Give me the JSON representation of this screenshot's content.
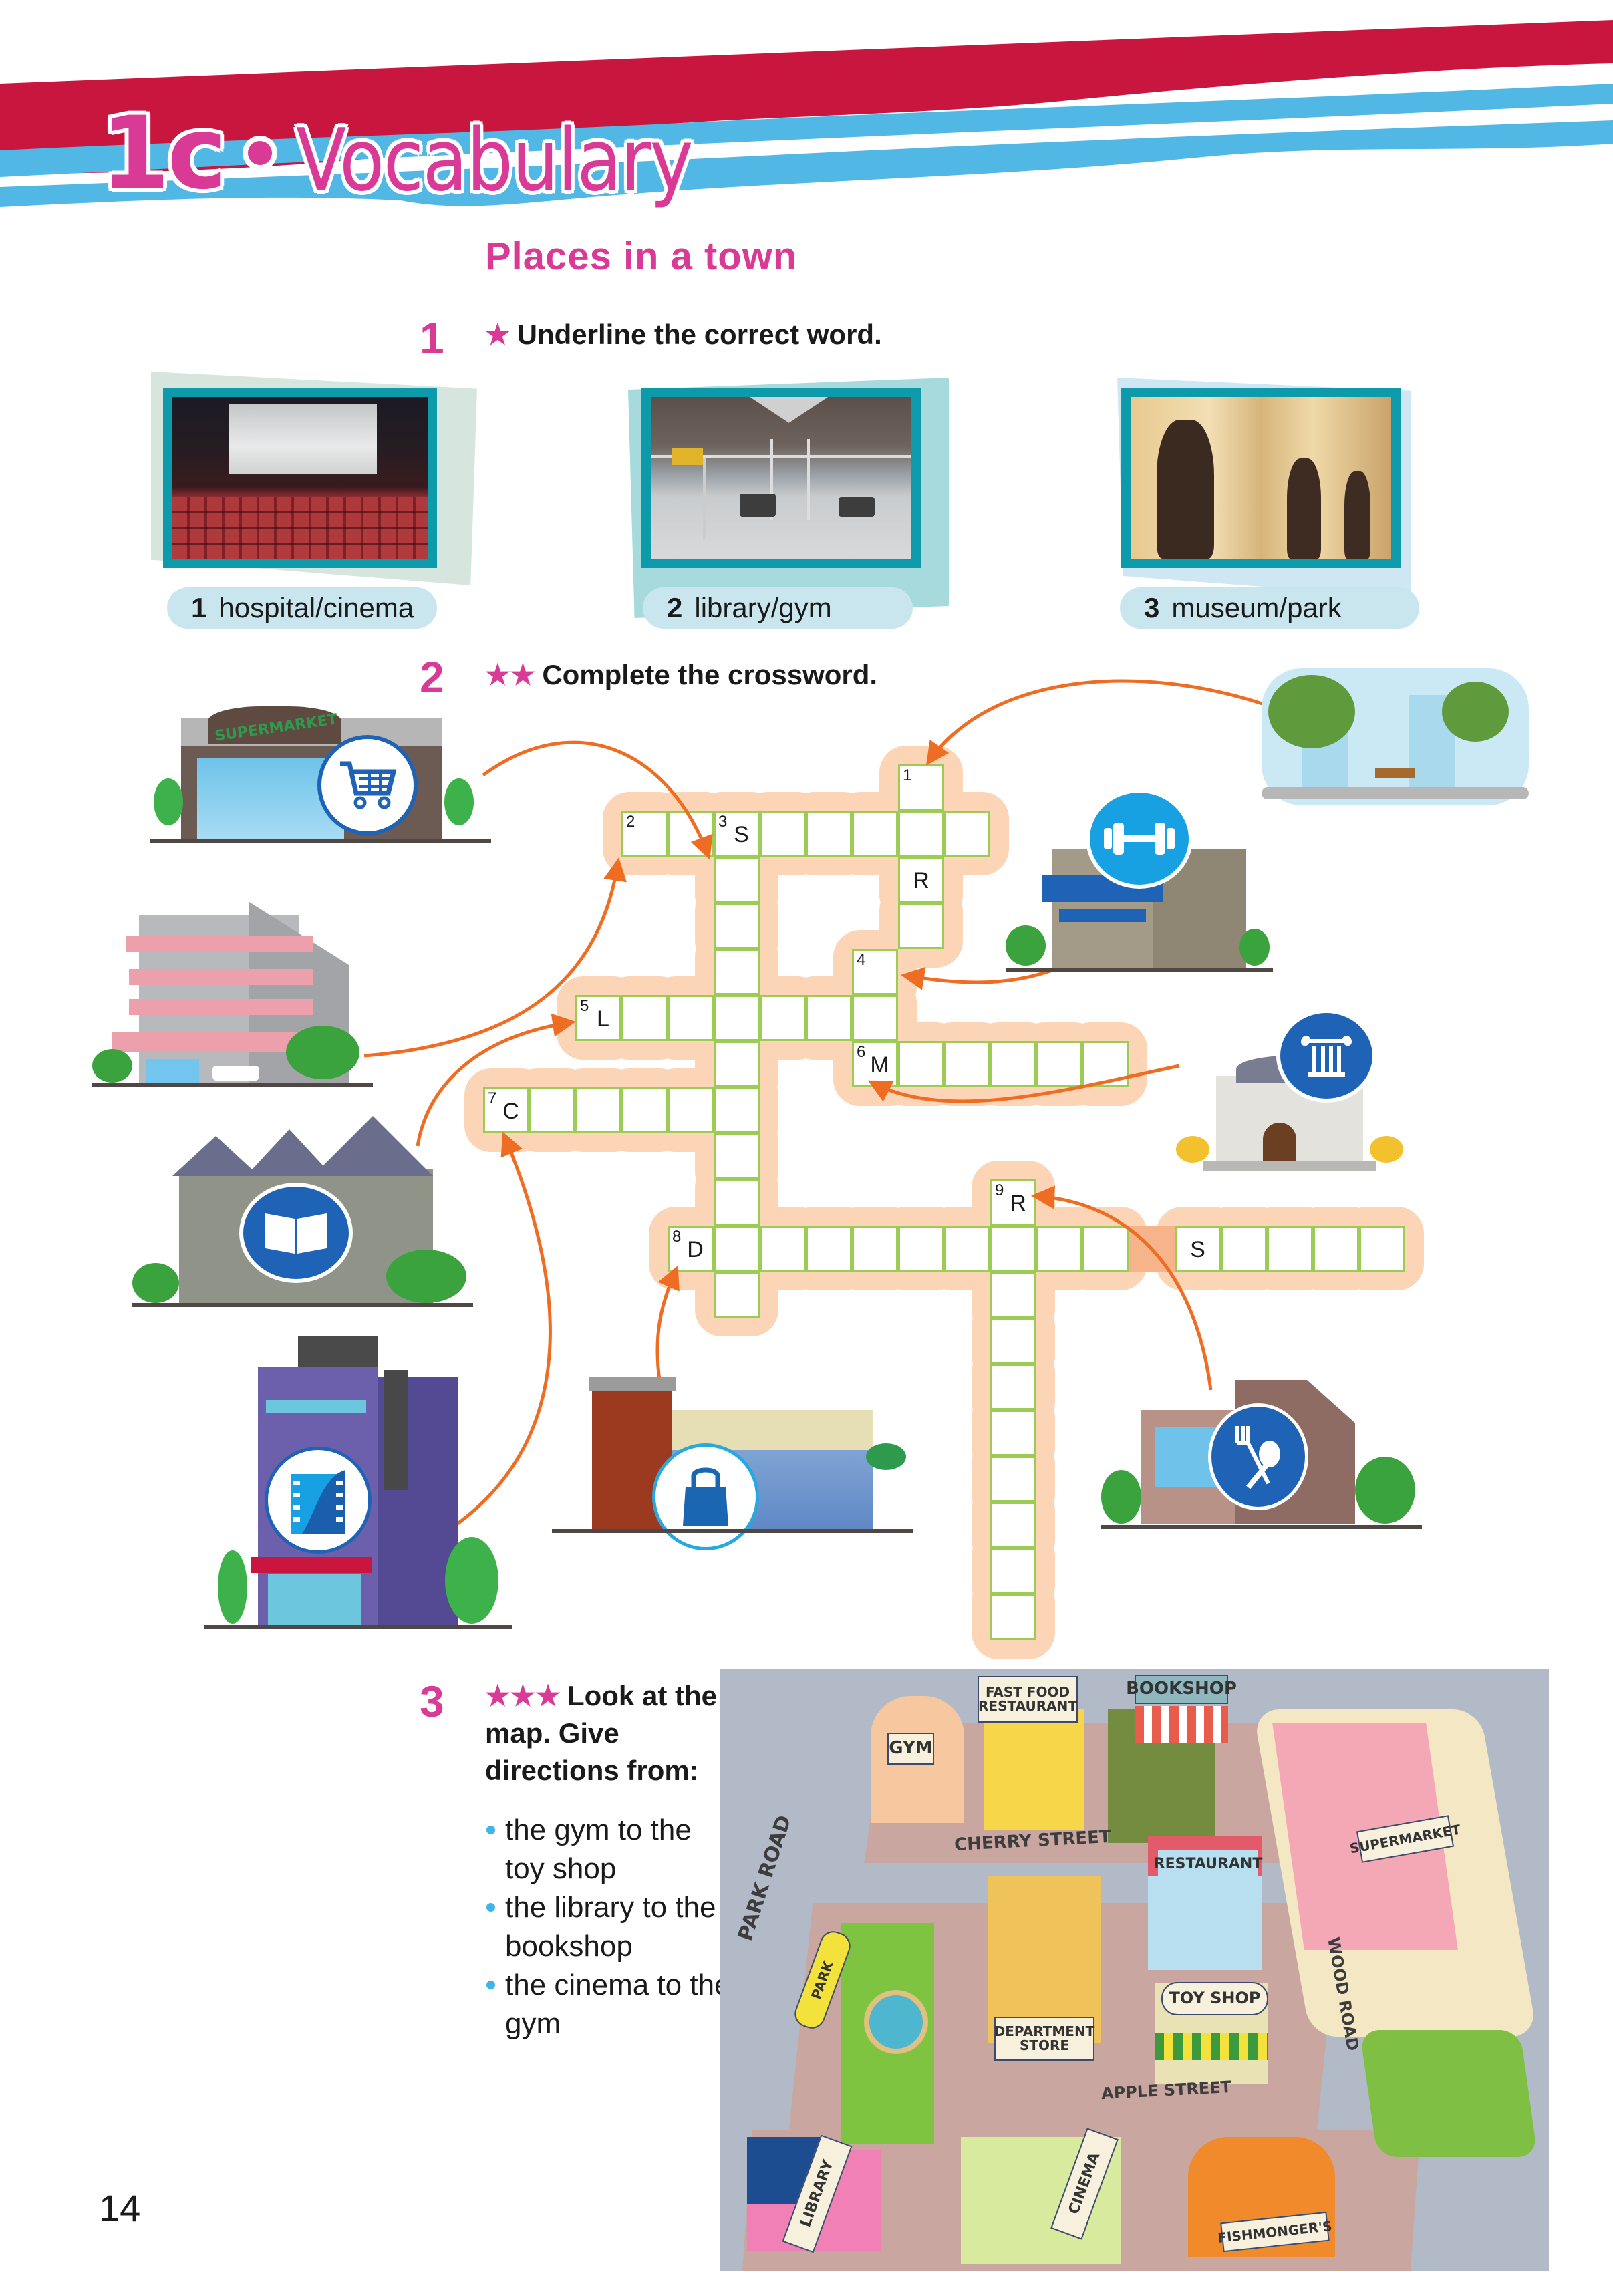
{
  "header": {
    "unit": "1c",
    "section": "Vocabulary",
    "colors": {
      "red_band": "#c8163f",
      "blue_band": "#51b7e4",
      "pink": "#d93a95"
    }
  },
  "topic": "Places in a town",
  "exercise1": {
    "number": "1",
    "stars": "★",
    "instruction": "Underline the correct word.",
    "items": [
      {
        "num": "1",
        "text": "hospital/cinema",
        "photo": "cinema-auditorium"
      },
      {
        "num": "2",
        "text": "library/gym",
        "photo": "gym-equipment"
      },
      {
        "num": "3",
        "text": "museum/park",
        "photo": "museum-busts"
      }
    ]
  },
  "exercise2": {
    "number": "2",
    "stars": "★★",
    "instruction": "Complete the crossword.",
    "pictures": [
      {
        "name": "supermarket",
        "sign_text": "SUPERMARKET",
        "icon": "shopping-cart-icon"
      },
      {
        "name": "hospital",
        "icon": "ambulance"
      },
      {
        "name": "library",
        "icon": "open-book-icon"
      },
      {
        "name": "cinema",
        "icon": "film-strip-icon"
      },
      {
        "name": "department-store",
        "icon": "shopping-bag-icon"
      },
      {
        "name": "park",
        "icon": "park-scene"
      },
      {
        "name": "gym",
        "icon": "dumbbell-icon"
      },
      {
        "name": "museum",
        "icon": "column-icon"
      },
      {
        "name": "restaurant",
        "icon": "fork-spoon-icon"
      }
    ],
    "entries": [
      {
        "num": "1",
        "dir": "down",
        "length": 4,
        "given": {
          "2": "R"
        }
      },
      {
        "num": "2",
        "dir": "across",
        "length": 8,
        "given": {}
      },
      {
        "num": "3",
        "dir": "down",
        "length": 11,
        "given": {
          "0": "S"
        }
      },
      {
        "num": "4",
        "dir": "down",
        "length": 3,
        "given": {}
      },
      {
        "num": "5",
        "dir": "across",
        "length": 7,
        "given": {
          "0": "L"
        }
      },
      {
        "num": "6",
        "dir": "across",
        "length": 6,
        "given": {
          "0": "M"
        }
      },
      {
        "num": "7",
        "dir": "across",
        "length": 6,
        "given": {
          "0": "C"
        }
      },
      {
        "num": "8",
        "dir": "across",
        "length": 16,
        "given": {
          "0": "D",
          "11": "S"
        },
        "blank_index": 10
      },
      {
        "num": "9",
        "dir": "down",
        "length": 10,
        "given": {
          "0": "R"
        }
      }
    ]
  },
  "exercise3": {
    "number": "3",
    "stars": "★★★",
    "instruction": "Look at the map. Give directions from:",
    "bullets": [
      "the gym to the toy shop",
      "the library to the bookshop",
      "the cinema to the gym"
    ],
    "map": {
      "streets": [
        "PARK ROAD",
        "CHERRY STREET",
        "WOOD ROAD",
        "APPLE STREET"
      ],
      "places": [
        "GYM",
        "FAST FOOD RESTAURANT",
        "BOOKSHOP",
        "SUPERMARKET",
        "RESTAURANT",
        "PARK",
        "TOY SHOP",
        "DEPARTMENT STORE",
        "LIBRARY",
        "CINEMA",
        "FISHMONGER'S"
      ]
    }
  },
  "page_number": "14"
}
